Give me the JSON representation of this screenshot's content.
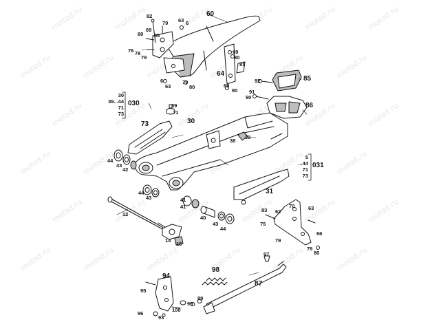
{
  "watermark": "motod.ru",
  "part_numbers": {
    "p60": "60",
    "p82": "82",
    "p79a": "79",
    "p63a": "63",
    "p6a": "6",
    "p69a": "69",
    "p80a": "80",
    "p68": "68",
    "p76": "76",
    "p78": "78",
    "p79b": "79",
    "p69b": "69",
    "p80b": "80",
    "p81": "81",
    "p64": "64",
    "p6b": "6",
    "p63b": "63",
    "p79c": "79",
    "p80c": "80",
    "p69c": "69",
    "p80d": "80",
    "p92": "92",
    "p85": "85",
    "p91": "91",
    "p90": "90",
    "p86": "86",
    "p39a": "39",
    "p71": "71",
    "p73": "73",
    "p30": "30",
    "p39b": "39",
    "p38": "38",
    "p44a": "44",
    "p43a": "43",
    "p42": "42",
    "p44b": "44",
    "p43b": "43",
    "p41a": "41",
    "p41b": "41",
    "p40": "40",
    "p43c": "43",
    "p44c": "44",
    "p31": "31",
    "p12": "12",
    "p14": "14",
    "p15": "15",
    "p83": "83",
    "p70": "70",
    "p63c": "63",
    "p62": "62",
    "p75": "75",
    "p79d": "79",
    "p66": "66",
    "p79e": "79",
    "p80e": "80",
    "p97": "97",
    "p98": "98",
    "p87": "87",
    "p94": "94",
    "p95": "95",
    "p89": "89",
    "p99": "99",
    "p100": "100",
    "p96": "96",
    "p93": "93"
  },
  "groups": {
    "left": {
      "items": [
        "30",
        "39...44",
        "71",
        "73"
      ],
      "code": "030"
    },
    "right": {
      "items": [
        "5",
        "...44",
        "71",
        "73"
      ],
      "code": "031"
    }
  },
  "colors": {
    "line": "#111111",
    "fill": "#ffffff",
    "shade": "#bdbdbd",
    "watermark": "#e6e6e6"
  }
}
